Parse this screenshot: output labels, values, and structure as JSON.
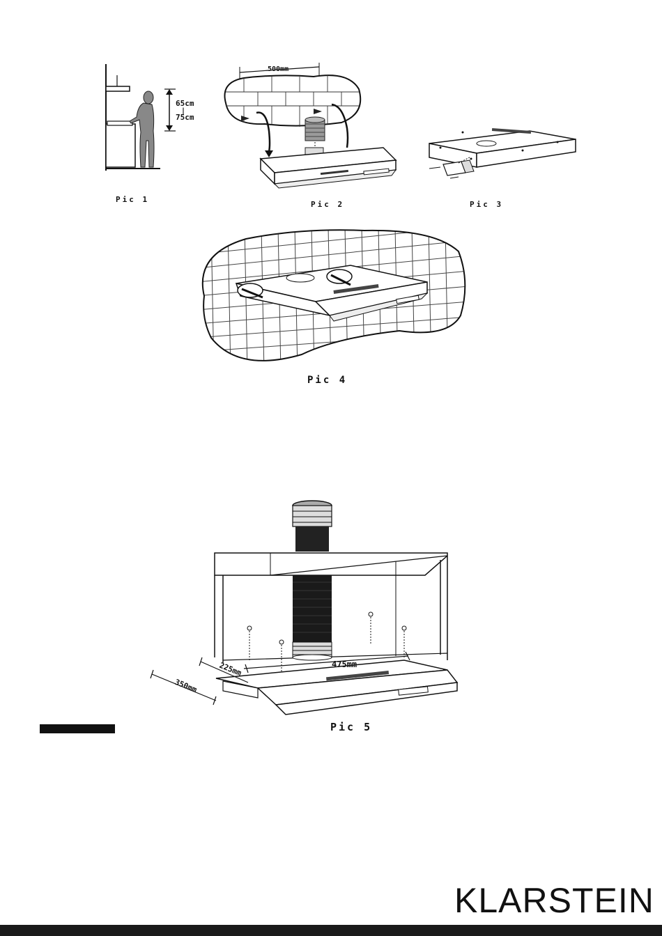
{
  "figures": {
    "pic1": {
      "caption": "Pic 1",
      "dim_top": "65cm",
      "dim_sep": "|",
      "dim_bottom": "75cm"
    },
    "pic2": {
      "caption": "Pic 2",
      "dim": "500mm"
    },
    "pic3": {
      "caption": "Pic 3"
    },
    "pic4": {
      "caption": "Pic 4"
    },
    "pic5": {
      "caption": "Pic 5",
      "dim_width": "475mm",
      "dim_depth": "350mm",
      "dim_offset": "225mm"
    }
  },
  "brand": {
    "logo": "KLARSTEIN"
  }
}
